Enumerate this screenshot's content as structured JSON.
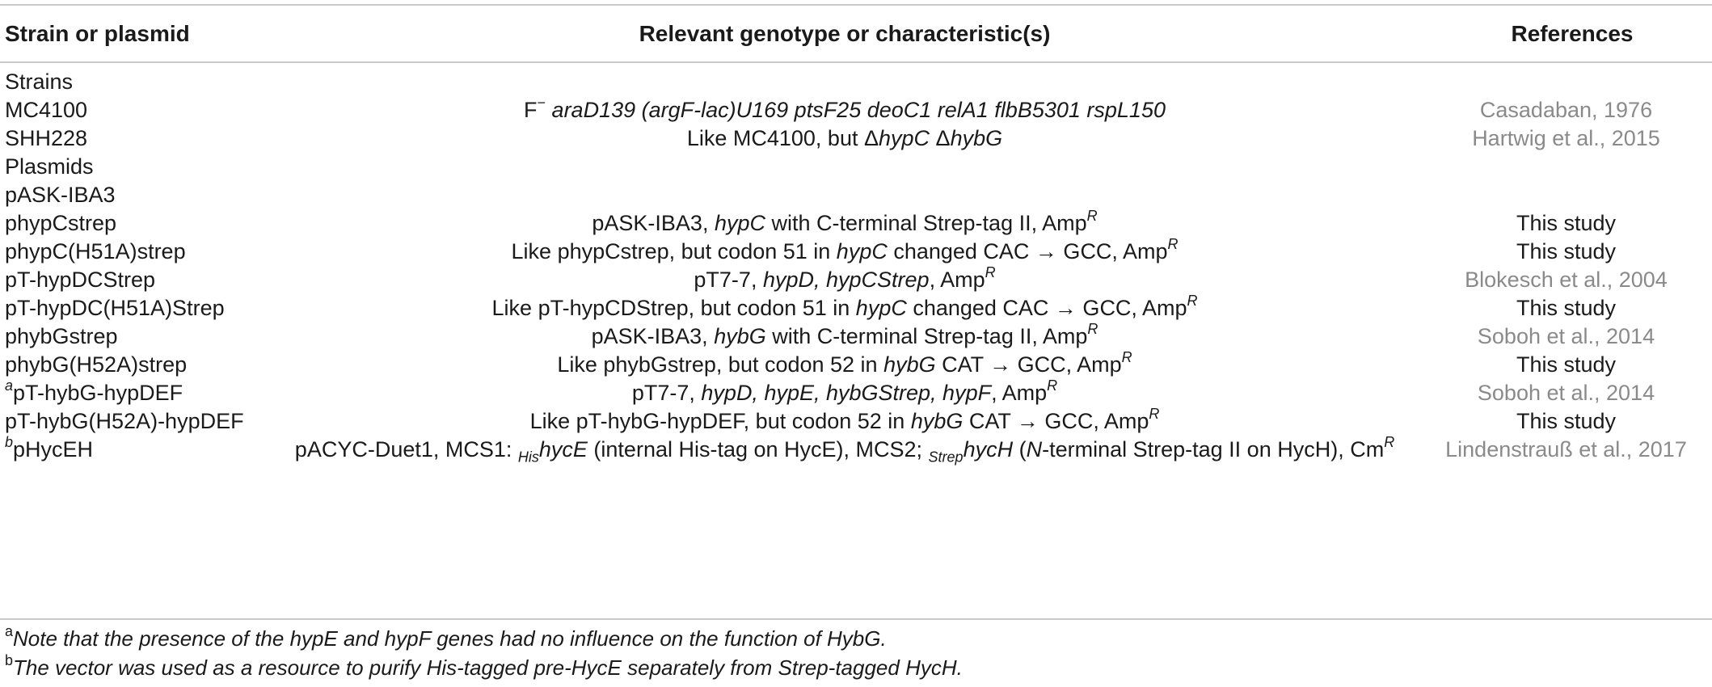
{
  "headers": {
    "col1": "Strain or plasmid",
    "col2": "Relevant genotype or characteristic(s)",
    "col3": "References"
  },
  "rows": [
    {
      "name": "Strains",
      "genotype": [],
      "ref": "",
      "ref_style": "plain"
    },
    {
      "name": "MC4100",
      "genotype": [
        {
          "t": "F"
        },
        {
          "t": "−",
          "sup": true
        },
        {
          "t": " "
        },
        {
          "t": "araD139 (argF-lac)U169 ptsF25 deoC1 relA1 flbB5301 rspL150",
          "i": true
        }
      ],
      "ref": "Casadaban, 1976",
      "ref_style": "link"
    },
    {
      "name": "SHH228",
      "genotype": [
        {
          "t": "Like MC4100, but Δ"
        },
        {
          "t": "hypC",
          "i": true
        },
        {
          "t": " Δ"
        },
        {
          "t": "hybG",
          "i": true
        }
      ],
      "ref": "Hartwig et al., 2015",
      "ref_style": "link"
    },
    {
      "name": "Plasmids",
      "genotype": [],
      "ref": "",
      "ref_style": "plain"
    },
    {
      "name": "pASK-IBA3",
      "genotype": [],
      "ref": "",
      "ref_style": "plain"
    },
    {
      "name": "phypCstrep",
      "genotype": [
        {
          "t": "pASK-IBA3, "
        },
        {
          "t": "hypC",
          "i": true
        },
        {
          "t": " with C-terminal Strep-tag II, Amp"
        },
        {
          "t": "R",
          "sup": true,
          "i": true
        }
      ],
      "ref": "This study",
      "ref_style": "plain"
    },
    {
      "name": "phypC(H51A)strep",
      "genotype": [
        {
          "t": "Like phypCstrep, but codon 51 in "
        },
        {
          "t": "hypC",
          "i": true
        },
        {
          "t": " changed CAC → GCC, Amp"
        },
        {
          "t": "R",
          "sup": true,
          "i": true
        }
      ],
      "ref": "This study",
      "ref_style": "plain"
    },
    {
      "name": "pT-hypDCStrep",
      "genotype": [
        {
          "t": "pT7-7, "
        },
        {
          "t": "hypD, hypCStrep",
          "i": true
        },
        {
          "t": ", Amp"
        },
        {
          "t": "R",
          "sup": true,
          "i": true
        }
      ],
      "ref": "Blokesch et al., 2004",
      "ref_style": "link"
    },
    {
      "name": "pT-hypDC(H51A)Strep",
      "genotype": [
        {
          "t": "Like pT-hypCDStrep, but codon 51 in "
        },
        {
          "t": "hypC",
          "i": true
        },
        {
          "t": " changed CAC → GCC, Amp"
        },
        {
          "t": "R",
          "sup": true,
          "i": true
        }
      ],
      "ref": "This study",
      "ref_style": "plain"
    },
    {
      "name": "phybGstrep",
      "genotype": [
        {
          "t": "pASK-IBA3, "
        },
        {
          "t": "hybG",
          "i": true
        },
        {
          "t": " with C-terminal Strep-tag II, Amp"
        },
        {
          "t": "R",
          "sup": true,
          "i": true
        }
      ],
      "ref": "Soboh et al., 2014",
      "ref_style": "link"
    },
    {
      "name": "phybG(H52A)strep",
      "genotype": [
        {
          "t": "Like phybGstrep, but codon 52 in "
        },
        {
          "t": "hybG",
          "i": true
        },
        {
          "t": " CAT → GCC, Amp"
        },
        {
          "t": "R",
          "sup": true,
          "i": true
        }
      ],
      "ref": "This study",
      "ref_style": "plain"
    },
    {
      "name": "pT-hybG-hypDEF",
      "name_sup": "a",
      "genotype": [
        {
          "t": "pT7-7, "
        },
        {
          "t": "hypD, hypE, hybGStrep, hypF",
          "i": true
        },
        {
          "t": ", Amp"
        },
        {
          "t": "R",
          "sup": true,
          "i": true
        }
      ],
      "ref": "Soboh et al., 2014",
      "ref_style": "link"
    },
    {
      "name": "pT-hybG(H52A)-hypDEF",
      "genotype": [
        {
          "t": "Like pT-hybG-hypDEF, but codon 52 in "
        },
        {
          "t": "hybG",
          "i": true
        },
        {
          "t": " CAT → GCC, Amp"
        },
        {
          "t": "R",
          "sup": true,
          "i": true
        }
      ],
      "ref": "This study",
      "ref_style": "plain"
    },
    {
      "name": "pHycEH",
      "name_sup": "b",
      "genotype": [
        {
          "t": "pACYC-Duet1, MCS1: "
        },
        {
          "t": "His",
          "sub": true,
          "i": true
        },
        {
          "t": "hycE",
          "i": true
        },
        {
          "t": " (internal His-tag on HycE), MCS2; "
        },
        {
          "t": "Strep",
          "sub": true,
          "i": true
        },
        {
          "t": "hycH",
          "i": true
        },
        {
          "t": " ("
        },
        {
          "t": "N",
          "i": true
        },
        {
          "t": "-terminal Strep-tag II on HycH), Cm"
        },
        {
          "t": "R",
          "sup": true,
          "i": true
        }
      ],
      "ref": "Lindenstrauß et al., 2017",
      "ref_style": "link"
    }
  ],
  "footnotes": [
    {
      "mark": "a",
      "text": "Note that the presence of the hypE and hypF genes had no influence on the function of HybG."
    },
    {
      "mark": "b",
      "text": "The vector was used as a resource to purify His-tagged pre-HycE separately from Strep-tagged HycH."
    }
  ],
  "colors": {
    "link": "#8a8a8a",
    "rule": "#c9c9c9",
    "text": "#1a1a1a"
  }
}
